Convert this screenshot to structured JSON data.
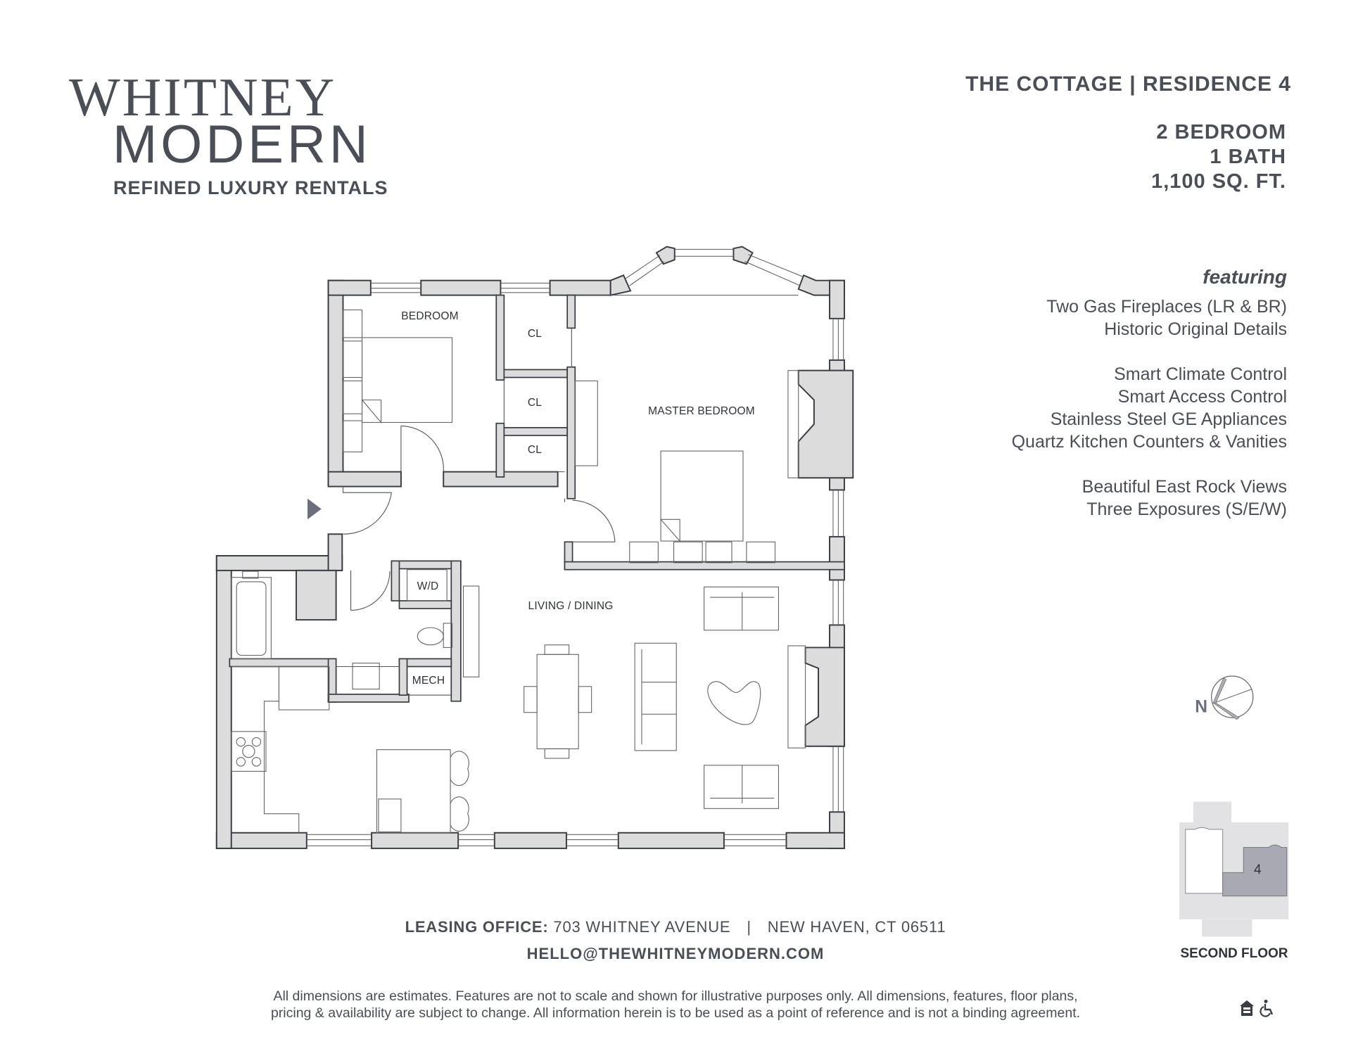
{
  "brand": {
    "name_line1": "WHITNEY",
    "name_line2": "MODERN",
    "tagline": "REFINED LUXURY RENTALS"
  },
  "unit": {
    "title": "THE COTTAGE | RESIDENCE 4",
    "bedrooms": "2 BEDROOM",
    "baths": "1 BATH",
    "area": "1,100 SQ. FT."
  },
  "features": {
    "heading": "featuring",
    "groups": [
      [
        "Two Gas Fireplaces (LR & BR)",
        "Historic Original Details"
      ],
      [
        "Smart Climate Control",
        "Smart Access Control",
        "Stainless Steel GE Appliances",
        "Quartz Kitchen Counters & Vanities"
      ],
      [
        "Beautiful East Rock Views",
        "Three Exposures (S/E/W)"
      ]
    ]
  },
  "floor_plan": {
    "rooms": {
      "bedroom": "BEDROOM",
      "closet_1": "CL",
      "closet_2": "CL",
      "closet_3": "CL",
      "master_bedroom": "MASTER BEDROOM",
      "laundry": "W/D",
      "living_dining": "LIVING / DINING",
      "mech": "MECH"
    },
    "entry_marker": "entry-arrow",
    "compass_label": "N"
  },
  "key_plan": {
    "unit_number": "4",
    "floor_label": "SECOND FLOOR",
    "colors": {
      "building": "#e2e2e4",
      "unit_highlight": "#a9a9b3",
      "other_unit": "#ffffff"
    }
  },
  "contact": {
    "office_label": "LEASING OFFICE:",
    "office_address": "703 WHITNEY AVENUE",
    "separator": "|",
    "city": "NEW HAVEN, CT 06511",
    "email": "HELLO@THEWHITNEYMODERN.COM"
  },
  "disclaimer": {
    "line1": "All dimensions are estimates. Features are not to scale and shown for illustrative purposes only. All dimensions, features, floor plans,",
    "line2": "pricing & availability are subject to change. All information herein is to be used as a point of reference and is not a binding agreement."
  },
  "icons": [
    "equal-housing-icon",
    "accessibility-icon"
  ],
  "colors": {
    "text": "#4a4e57",
    "wall_fill": "#dcdcdc",
    "wall_stroke": "#3a3d44",
    "entry_arrow": "#6b6e7e"
  }
}
